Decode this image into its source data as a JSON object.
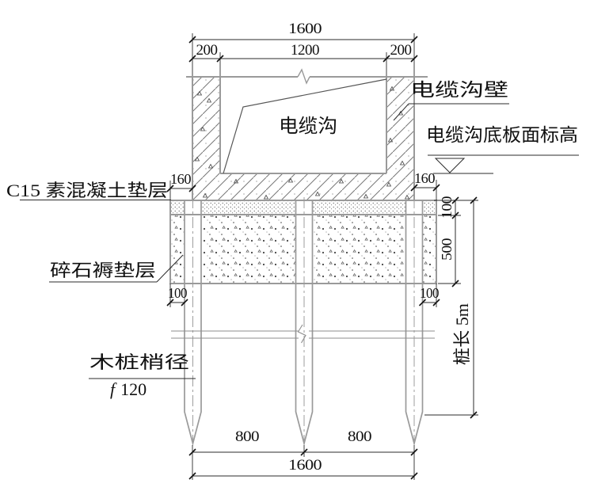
{
  "labels": {
    "trench": "电缆沟",
    "trench_wall": "电缆沟壁",
    "slab_elevation": "电缆沟底板面标高",
    "c15_cushion": "C15 素混凝土垫层",
    "gravel_cushion": "碎石褥垫层",
    "pile_tip_title": "木桩梢径",
    "pile_tip_symbol": "f",
    "pile_tip_value": "120",
    "pile_length": "桩长 5m"
  },
  "dims": {
    "top_total": "1600",
    "top_left_wall": "200",
    "top_inner": "1200",
    "top_right_wall": "200",
    "overhang_left": "160",
    "overhang_right": "160",
    "c15_thickness": "100",
    "gravel_thickness": "500",
    "gravel_overhang_left": "100",
    "gravel_overhang_right": "100",
    "pile_spacing_left": "800",
    "pile_spacing_right": "800",
    "bottom_total": "1600"
  },
  "colors": {
    "background": "#ffffff",
    "structure_line": "#9a9a9a",
    "dimension_line": "#2b2b2b",
    "text": "#111111"
  }
}
